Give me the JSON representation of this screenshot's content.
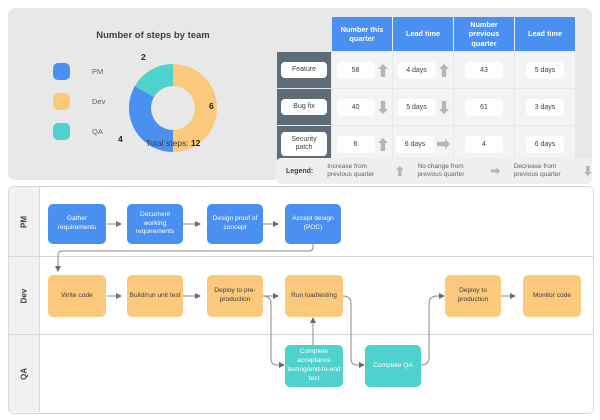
{
  "chart_data": {
    "type": "pie",
    "title": "Number of steps by team",
    "categories": [
      "PM",
      "Dev",
      "QA"
    ],
    "values": [
      4,
      6,
      2
    ],
    "colors": [
      "#4a90f0",
      "#fbc97c",
      "#4fd1cd"
    ],
    "total_label": "Total steps:",
    "total_value": "12",
    "legend_position": "left",
    "donut": true
  },
  "dashboard": {
    "chart": {
      "title": "Number of steps by team",
      "legend": [
        {
          "label": "PM",
          "color": "#4a90f0"
        },
        {
          "label": "Dev",
          "color": "#fbc97c"
        },
        {
          "label": "QA",
          "color": "#4fd1cd"
        }
      ],
      "slice_labels": {
        "qa": "2",
        "dev": "6",
        "pm": "4"
      },
      "total_text": "Total steps:",
      "total_value": "12"
    },
    "table": {
      "headers": [
        "",
        "Number this quarter",
        "Lead time",
        "Number previous quarter",
        "Lead time"
      ],
      "rows": [
        {
          "label": "Feature",
          "number_this_quarter": "58",
          "number_trend": "up",
          "lead_time_this_quarter": "4 days",
          "lead_time_trend": "up",
          "number_previous_quarter": "43",
          "lead_time_previous_quarter": "5 days"
        },
        {
          "label": "Bug fix",
          "number_this_quarter": "40",
          "number_trend": "down",
          "lead_time_this_quarter": "5 days",
          "lead_time_trend": "down",
          "number_previous_quarter": "61",
          "lead_time_previous_quarter": "3 days"
        },
        {
          "label": "Security patch",
          "number_this_quarter": "6",
          "number_trend": "up",
          "lead_time_this_quarter": "6 days",
          "lead_time_trend": "flat",
          "number_previous_quarter": "4",
          "lead_time_previous_quarter": "6 days"
        }
      ]
    },
    "legend_bar": {
      "title": "Legend:",
      "items": [
        {
          "text": "Increase from previous quarter",
          "arrow": "up"
        },
        {
          "text": "No change from previous quarter",
          "arrow": "flat"
        },
        {
          "text": "Decrease from previous quarter",
          "arrow": "down"
        }
      ]
    }
  },
  "swimlanes": {
    "lanes": [
      {
        "name": "PM",
        "nodes": [
          {
            "label": "Gather requirements"
          },
          {
            "label": "Document working requirements"
          },
          {
            "label": "Design proof of concept"
          },
          {
            "label": "Accept design (POC)"
          }
        ]
      },
      {
        "name": "Dev",
        "nodes": [
          {
            "label": "Write code"
          },
          {
            "label": "Build/run unit test"
          },
          {
            "label": "Deploy to pre-production"
          },
          {
            "label": "Run loadtesting"
          },
          {
            "label": "Deploy to production"
          },
          {
            "label": "Monitor code"
          }
        ]
      },
      {
        "name": "QA",
        "nodes": [
          {
            "label": "Complete acceptance testing/end-to-end test"
          },
          {
            "label": "Complete QA"
          }
        ]
      }
    ]
  }
}
